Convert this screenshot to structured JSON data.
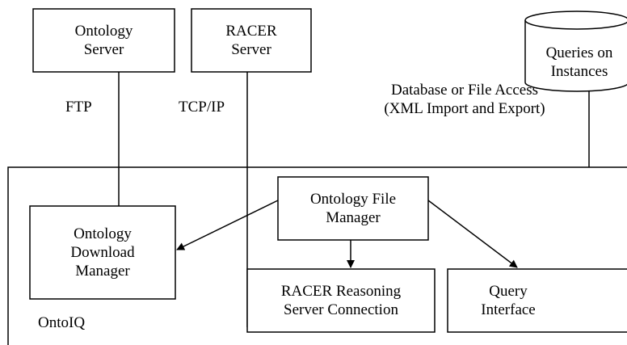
{
  "nodes": {
    "ontology_server": {
      "line1": "Ontology",
      "line2": "Server"
    },
    "racer_server": {
      "line1": "RACER",
      "line2": "Server"
    },
    "queries_db": {
      "line1": "Queries on",
      "line2": "Instances"
    },
    "ontology_file_manager": {
      "line1": "Ontology File",
      "line2": "Manager"
    },
    "ontology_download_manager": {
      "line1": "Ontology",
      "line2": "Download",
      "line3": "Manager"
    },
    "racer_connection": {
      "line1": "RACER Reasoning",
      "line2": "Server Connection"
    },
    "query_interface": {
      "line1": "Query",
      "line2": "Interface"
    }
  },
  "labels": {
    "ftp": "FTP",
    "tcpip": "TCP/IP",
    "db_access_line1": "Database or File Access",
    "db_access_line2": "(XML Import and Export)",
    "container": "OntoIQ"
  }
}
